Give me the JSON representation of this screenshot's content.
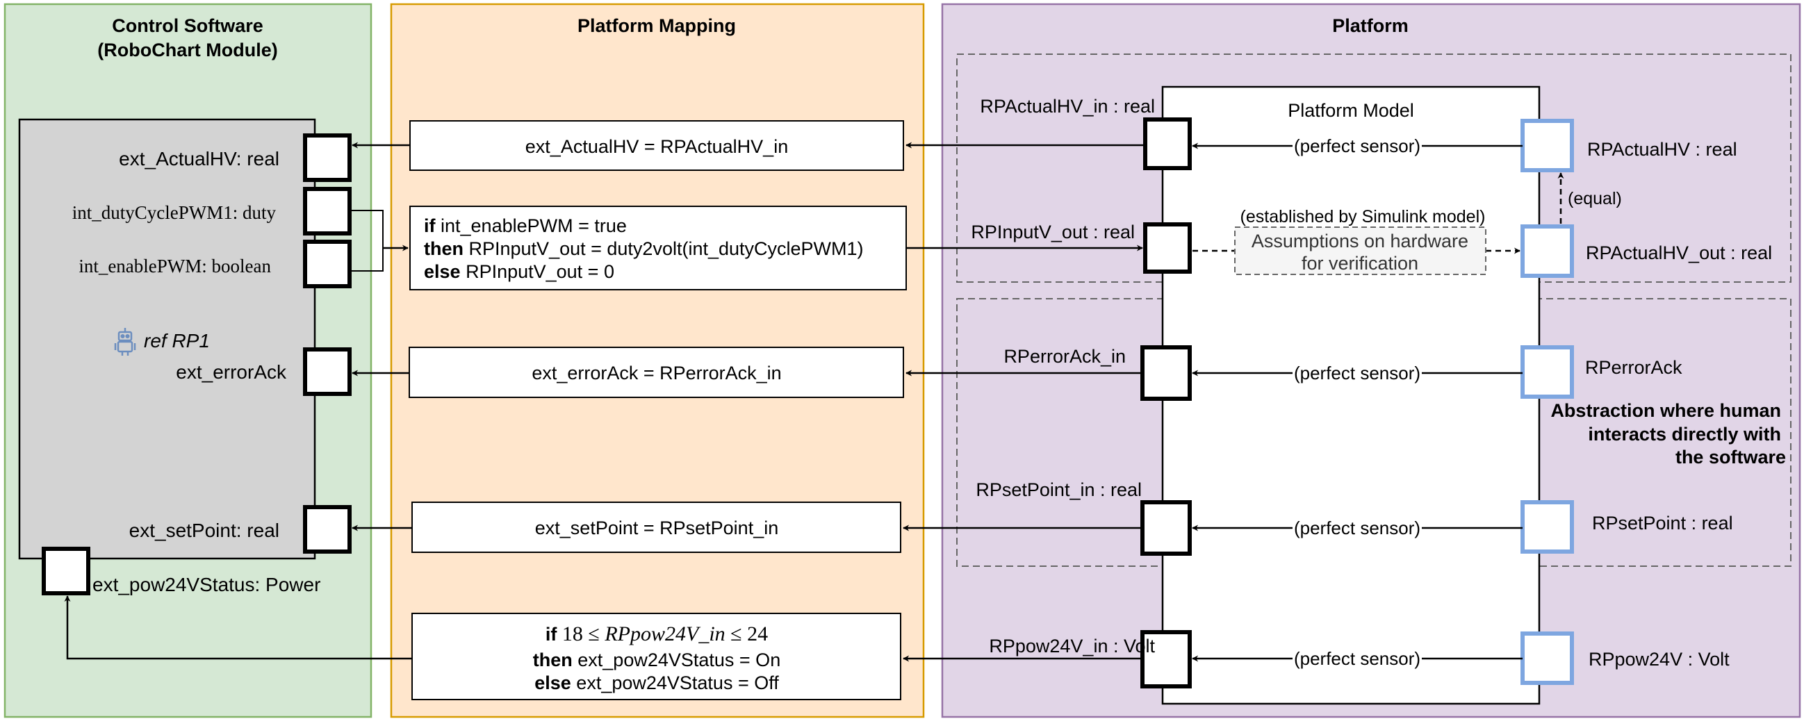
{
  "panels": {
    "control": {
      "title1": "Control Software",
      "title2": "(RoboChart Module)",
      "fill": "#d5e8d4",
      "stroke": "#82b366"
    },
    "mapping": {
      "title": "Platform Mapping",
      "fill": "#ffe6cc",
      "stroke": "#d79b00"
    },
    "platform": {
      "title": "Platform",
      "fill": "#e1d5e7",
      "stroke": "#9673a6"
    }
  },
  "control_module": {
    "ref_label": "ref RP1",
    "ref_icon": "robot-icon",
    "ports": {
      "actual_hv": "ext_ActualHV: real",
      "duty_cycle": "int_dutyCyclePWM1: duty",
      "enable_pwm": "int_enablePWM: boolean",
      "error_ack": "ext_errorAck",
      "set_point": "ext_setPoint: real",
      "pow24": "ext_pow24VStatus: Power"
    }
  },
  "mapping": {
    "actual_hv": "ext_ActualHV = RPActualHV_in",
    "input_v": {
      "l1_kw": "if",
      "l1_rest": " int_enablePWM = true",
      "l2_kw": "then",
      "l2_rest": " RPInputV_out = duty2volt(int_dutyCyclePWM1)",
      "l3_kw": "else",
      "l3_rest": " RPInputV_out = 0"
    },
    "error_ack": "ext_errorAck = RPerrorAck_in",
    "set_point": "ext_setPoint = RPsetPoint_in",
    "pow24": {
      "l1_kw": "if",
      "l1_a": "18",
      "l1_le1": "≤",
      "l1_var": "RPpow24V_in",
      "l1_le2": "≤",
      "l1_b": "24",
      "l2_kw": "then",
      "l2_rest": " ext_pow24VStatus = On",
      "l3_kw": "else",
      "l3_rest": " ext_pow24VStatus = Off"
    }
  },
  "platform_model": {
    "title": "Platform Model",
    "ports": {
      "actual_hv_in": "RPActualHV_in : real",
      "input_v_out": "RPInputV_out : real",
      "error_ack_in": "RPerrorAck_in",
      "set_point_in": "RPsetPoint_in : real",
      "pow24_in": "RPpow24V_in : Volt"
    },
    "perfect_sensor": "(perfect sensor)",
    "established": "(established by Simulink model)",
    "assumptions_l1": "Assumptions on hardware",
    "assumptions_l2": "for verification",
    "equal": "(equal)"
  },
  "hardware": {
    "actual_hv": "RPActualHV : real",
    "actual_hv_out": "RPActualHV_out : real",
    "error_ack": "RPerrorAck",
    "set_point": "RPsetPoint : real",
    "pow24": "RPpow24V : Volt"
  },
  "abstraction_note": {
    "l1": "Abstraction where human",
    "l2": "interacts directly with",
    "l3": "the software"
  },
  "colors": {
    "module_fill": "#d3d3d3",
    "hardware_port_stroke": "#7ea6e0",
    "assumption_fill": "#f5f5f5",
    "robot_icon": "#6c8ebf"
  }
}
